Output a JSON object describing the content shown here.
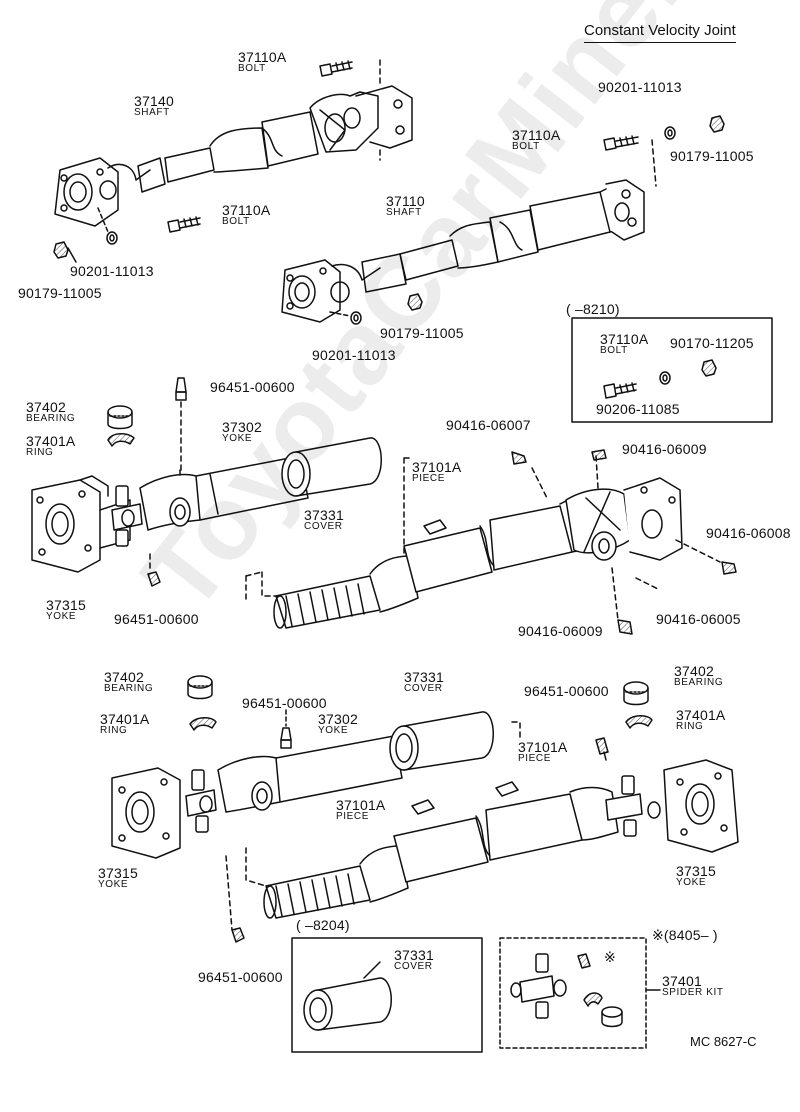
{
  "header": {
    "title": "Constant Velocity Joint"
  },
  "watermark": "ToyotaCarMine.ru",
  "footer": {
    "code": "MC  8627-C"
  },
  "insets": {
    "range_8210": "(        –8210)",
    "range_8204": "(        –8204)",
    "range_8405": "※(8405–          )",
    "spider_mark": "※"
  },
  "labels": [
    {
      "id": "bolt-37110a-1",
      "num": "37110A",
      "sub": "BOLT"
    },
    {
      "id": "shaft-37140",
      "num": "37140",
      "sub": "SHAFT"
    },
    {
      "id": "bolt-37110a-2",
      "num": "37110A",
      "sub": "BOLT"
    },
    {
      "id": "washer-90201-11013-1",
      "num": "90201-11013",
      "sub": ""
    },
    {
      "id": "nut-90179-11005-1",
      "num": "90179-11005",
      "sub": ""
    },
    {
      "id": "washer-90201-11013-2",
      "num": "90201-11013",
      "sub": ""
    },
    {
      "id": "bolt-37110a-3",
      "num": "37110A",
      "sub": "BOLT"
    },
    {
      "id": "nut-90179-11005-2",
      "num": "90179-11005",
      "sub": ""
    },
    {
      "id": "shaft-37110",
      "num": "37110",
      "sub": "SHAFT"
    },
    {
      "id": "nut-90179-11005-3",
      "num": "90179-11005",
      "sub": ""
    },
    {
      "id": "washer-90201-11013-3",
      "num": "90201-11013",
      "sub": ""
    },
    {
      "id": "bolt-37110a-4",
      "num": "37110A",
      "sub": "BOLT"
    },
    {
      "id": "nut-90170-11205",
      "num": "90170-11205",
      "sub": ""
    },
    {
      "id": "washer-90206-11085",
      "num": "90206-11085",
      "sub": ""
    },
    {
      "id": "fitting-96451-00600-1",
      "num": "96451-00600",
      "sub": ""
    },
    {
      "id": "bearing-37402-1",
      "num": "37402",
      "sub": "BEARING"
    },
    {
      "id": "ring-37401a-1",
      "num": "37401A",
      "sub": "RING"
    },
    {
      "id": "yoke-37302-1",
      "num": "37302",
      "sub": "YOKE"
    },
    {
      "id": "fitting-90416-06007",
      "num": "90416-06007",
      "sub": ""
    },
    {
      "id": "fitting-90416-06009-1",
      "num": "90416-06009",
      "sub": ""
    },
    {
      "id": "piece-37101a-1",
      "num": "37101A",
      "sub": "PIECE"
    },
    {
      "id": "cover-37331-1",
      "num": "37331",
      "sub": "COVER"
    },
    {
      "id": "fitting-90416-06008",
      "num": "90416-06008",
      "sub": ""
    },
    {
      "id": "yoke-37315-1",
      "num": "37315",
      "sub": "YOKE"
    },
    {
      "id": "fitting-96451-00600-2",
      "num": "96451-00600",
      "sub": ""
    },
    {
      "id": "fitting-90416-06005",
      "num": "90416-06005",
      "sub": ""
    },
    {
      "id": "fitting-90416-06009-2",
      "num": "90416-06009",
      "sub": ""
    },
    {
      "id": "bearing-37402-2",
      "num": "37402",
      "sub": "BEARING"
    },
    {
      "id": "cover-37331-2",
      "num": "37331",
      "sub": "COVER"
    },
    {
      "id": "fitting-96451-00600-3",
      "num": "96451-00600",
      "sub": ""
    },
    {
      "id": "fitting-96451-00600-4",
      "num": "96451-00600",
      "sub": ""
    },
    {
      "id": "bearing-37402-3",
      "num": "37402",
      "sub": "BEARING"
    },
    {
      "id": "ring-37401a-2",
      "num": "37401A",
      "sub": "RING"
    },
    {
      "id": "yoke-37302-2",
      "num": "37302",
      "sub": "YOKE"
    },
    {
      "id": "piece-37101a-2",
      "num": "37101A",
      "sub": "PIECE"
    },
    {
      "id": "ring-37401a-3",
      "num": "37401A",
      "sub": "RING"
    },
    {
      "id": "piece-37101a-3",
      "num": "37101A",
      "sub": "PIECE"
    },
    {
      "id": "yoke-37315-2",
      "num": "37315",
      "sub": "YOKE"
    },
    {
      "id": "yoke-37315-3",
      "num": "37315",
      "sub": "YOKE"
    },
    {
      "id": "cover-37331-3",
      "num": "37331",
      "sub": "COVER"
    },
    {
      "id": "spider-kit-37401",
      "num": "37401",
      "sub": "SPIDER KIT"
    },
    {
      "id": "fitting-96451-00600-5",
      "num": "96451-00600",
      "sub": ""
    }
  ]
}
